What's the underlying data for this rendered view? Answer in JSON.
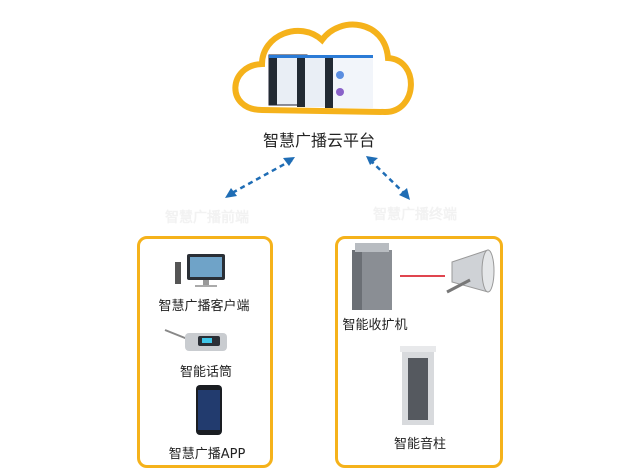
{
  "cloud": {
    "title": "智慧广播云平台"
  },
  "front": {
    "title": "智慧广播前端",
    "items": [
      {
        "label": "智慧广播客户端"
      },
      {
        "label": "智能话筒"
      },
      {
        "label": "智慧广播APP"
      }
    ]
  },
  "terminal": {
    "title": "智慧广播终端",
    "items": [
      {
        "label": "智能收扩机"
      },
      {
        "label": "智能音柱"
      }
    ]
  },
  "colors": {
    "accent": "#f5b21b",
    "arrow": "#1f6db5",
    "link": "#e0454f"
  }
}
